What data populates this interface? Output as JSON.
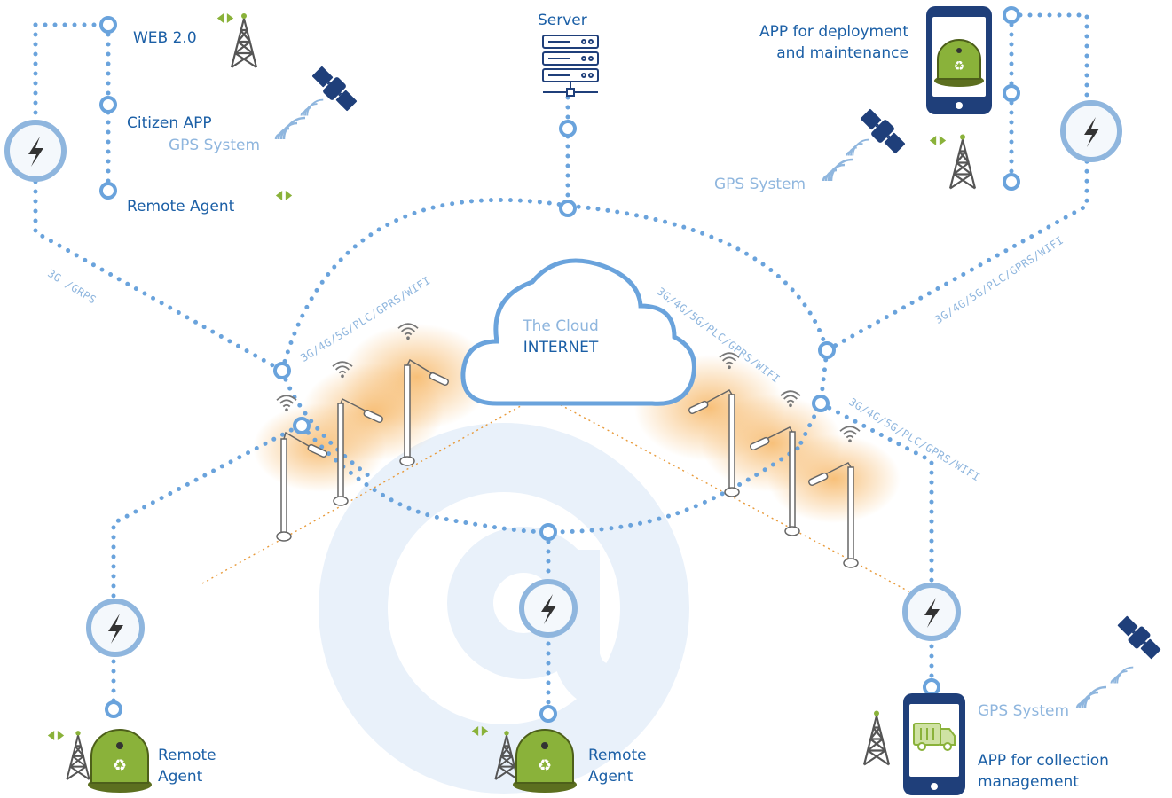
{
  "labels": {
    "web": "WEB 2.0",
    "citizen_app": "Citizen APP",
    "gps_top_left": "GPS System",
    "remote_agent_top": "Remote Agent",
    "server": "Server",
    "app_deploy_1": "APP for deployment",
    "app_deploy_2": "and maintenance",
    "gps_top_right": "GPS System",
    "cloud_1": "The Cloud",
    "cloud_2": "INTERNET",
    "remote_agent_bl_1": "Remote",
    "remote_agent_bl_2": "Agent",
    "remote_agent_bc_1": "Remote",
    "remote_agent_bc_2": "Agent",
    "gps_bottom_right": "GPS System",
    "app_collect_1": "APP for collection",
    "app_collect_2": "management"
  },
  "connections": {
    "left": "3G /GRPS",
    "center_left": "3G/4G/5G/PLC/GPRS/WIFI",
    "center_right": "3G/4G/5G/PLC/GPRS/WIFI",
    "far_right": "3G/4G/5G/PLC/GPRS/WIFI",
    "right_lower": "3G/4G/5G/PLC/GPRS/WIFI"
  },
  "colors": {
    "dark_blue": "#1b5fa6",
    "light_blue": "#8fb6de",
    "dot_blue": "#6aa3dc",
    "navy": "#1f3f7a",
    "green": "#8ab23a",
    "orange_glow": "#f6b562",
    "watermark": "#e9f1fa"
  },
  "icons": [
    "lightning-node-icon",
    "radio-tower-icon",
    "satellite-icon",
    "server-icon",
    "smartphone-icon",
    "recycling-bin-icon",
    "garbage-truck-icon",
    "wifi-signal-icon",
    "street-lamp-icon",
    "cloud-icon",
    "at-sign-watermark"
  ]
}
